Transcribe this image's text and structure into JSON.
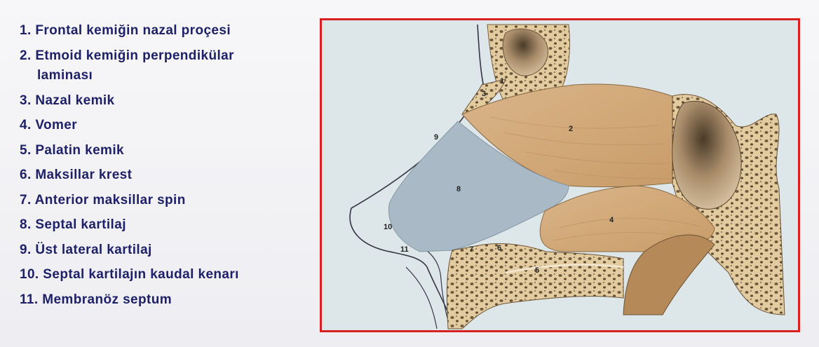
{
  "legend": {
    "items": [
      "1. Frontal kemiğin nazal proçesi",
      "2. Etmoid kemiğin perpendikülar",
      "laminası",
      "3. Nazal kemik",
      "4. Vomer",
      "5. Palatin kemik",
      "6. Maksillar krest",
      "7. Anterior maksillar spin",
      "8. Septal kartilaj",
      "9. Üst lateral kartilaj",
      "10. Septal kartilajın kaudal kenarı",
      "11. Membranöz septum"
    ]
  },
  "figure": {
    "frame_color": "#d92020",
    "labels": [
      "1",
      "2",
      "3",
      "4",
      "5",
      "6",
      "7",
      "8",
      "9",
      "10",
      "11"
    ]
  }
}
